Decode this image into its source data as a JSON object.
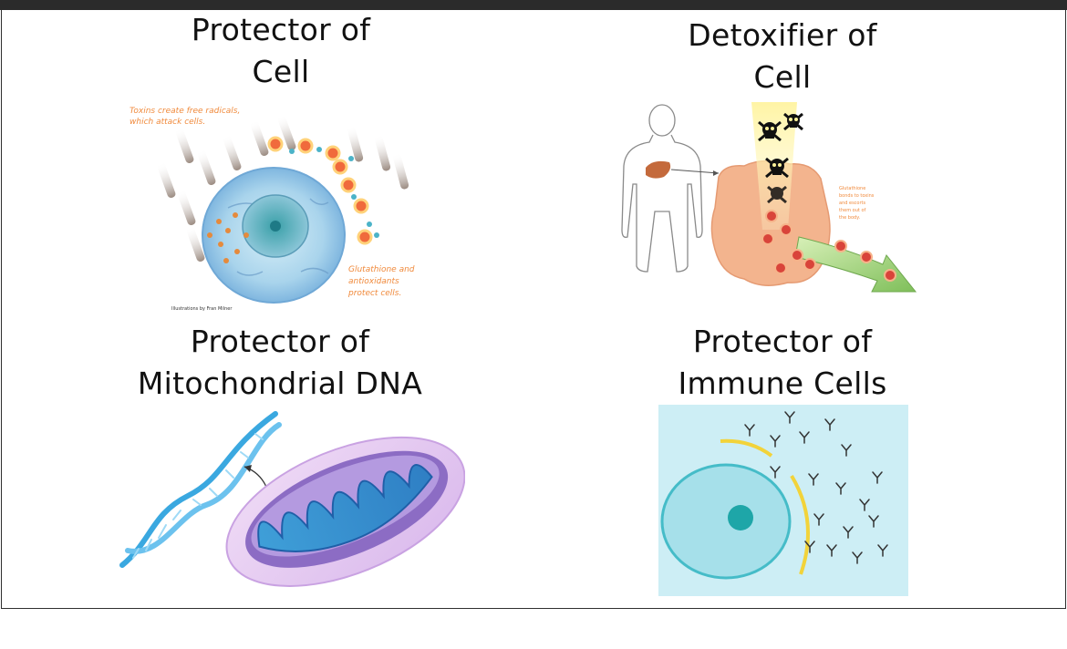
{
  "panels": {
    "cell_protector": {
      "title_line1": "Protector of",
      "title_line2": "Cell",
      "caption_top_1": "Toxins create free radicals,",
      "caption_top_2": "which attack cells.",
      "caption_bottom_1": "Glutathione and",
      "caption_bottom_2": "antioxidants",
      "caption_bottom_3": "protect cells.",
      "credit": "Illustrations by Fran Milner"
    },
    "detoxifier": {
      "title_line1": "Detoxifier of",
      "title_line2": "Cell",
      "caption_1": "Glutathione",
      "caption_2": "bonds to toxins",
      "caption_3": "and escorts",
      "caption_4": "them out of",
      "caption_5": "the body."
    },
    "mito": {
      "title_line1": "Protector of",
      "title_line2": "Mitochondrial DNA"
    },
    "immune": {
      "title_line1": "Protector of",
      "title_line2": "Immune Cells"
    }
  },
  "colors": {
    "caption_orange": "#f08a3c",
    "dna_blue": "#3aa8e0",
    "mito_purple": "#8c6cc4",
    "immune_bg": "#cdeef5",
    "antibody_yellow": "#f2d33a"
  }
}
